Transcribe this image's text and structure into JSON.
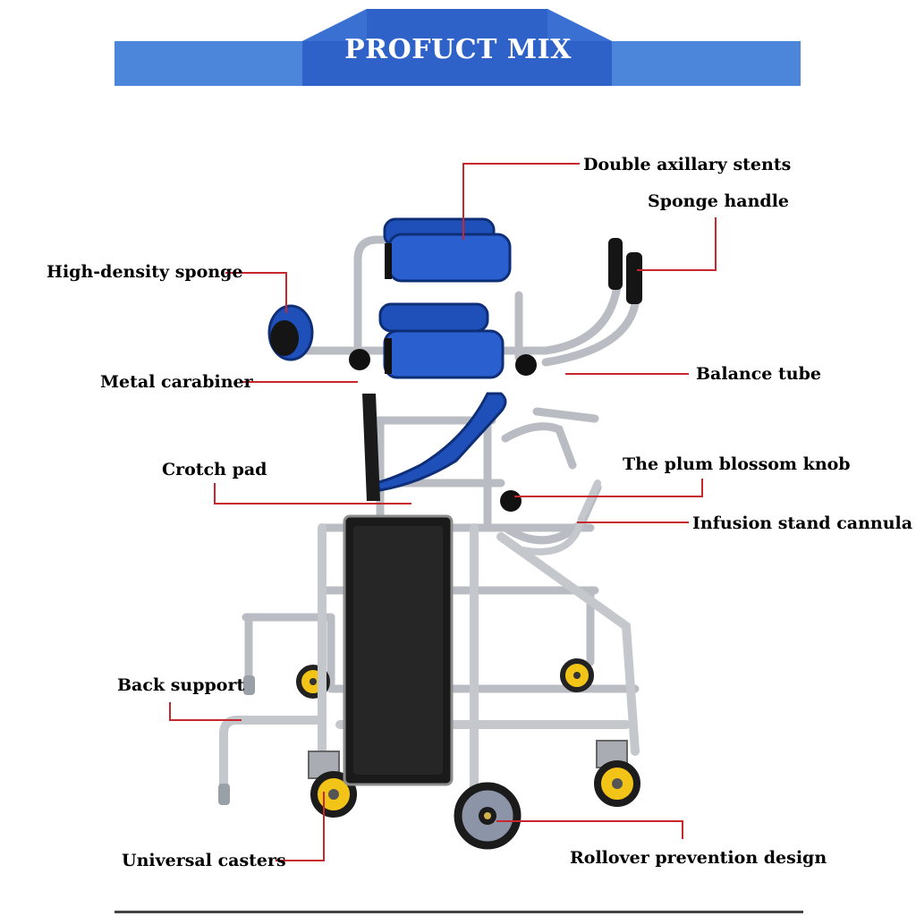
{
  "banner": {
    "title": "PROFUCT MIX",
    "colors": {
      "bar": "#4b86db",
      "tab": "#2f62c9"
    }
  },
  "labels": {
    "double_axillary_stents": "Double axillary stents",
    "sponge_handle": "Sponge handle",
    "high_density_sponge": "High-density sponge",
    "metal_carabiner": "Metal carabiner",
    "balance_tube": "Balance tube",
    "crotch_pad": "Crotch pad",
    "plum_blossom_knob": "The plum blossom knob",
    "infusion_stand_cannula": "Infusion stand cannula",
    "back_support": "Back support",
    "universal_casters": "Universal casters",
    "rollover_prevention_design": "Rollover prevention design"
  },
  "colors": {
    "leader_line": "#c8282d",
    "pad_blue": "#1f4fb8",
    "frame_steel": "#b9bcc2",
    "caster_yellow": "#f2c417",
    "cushion_black": "#1a1a1a"
  }
}
